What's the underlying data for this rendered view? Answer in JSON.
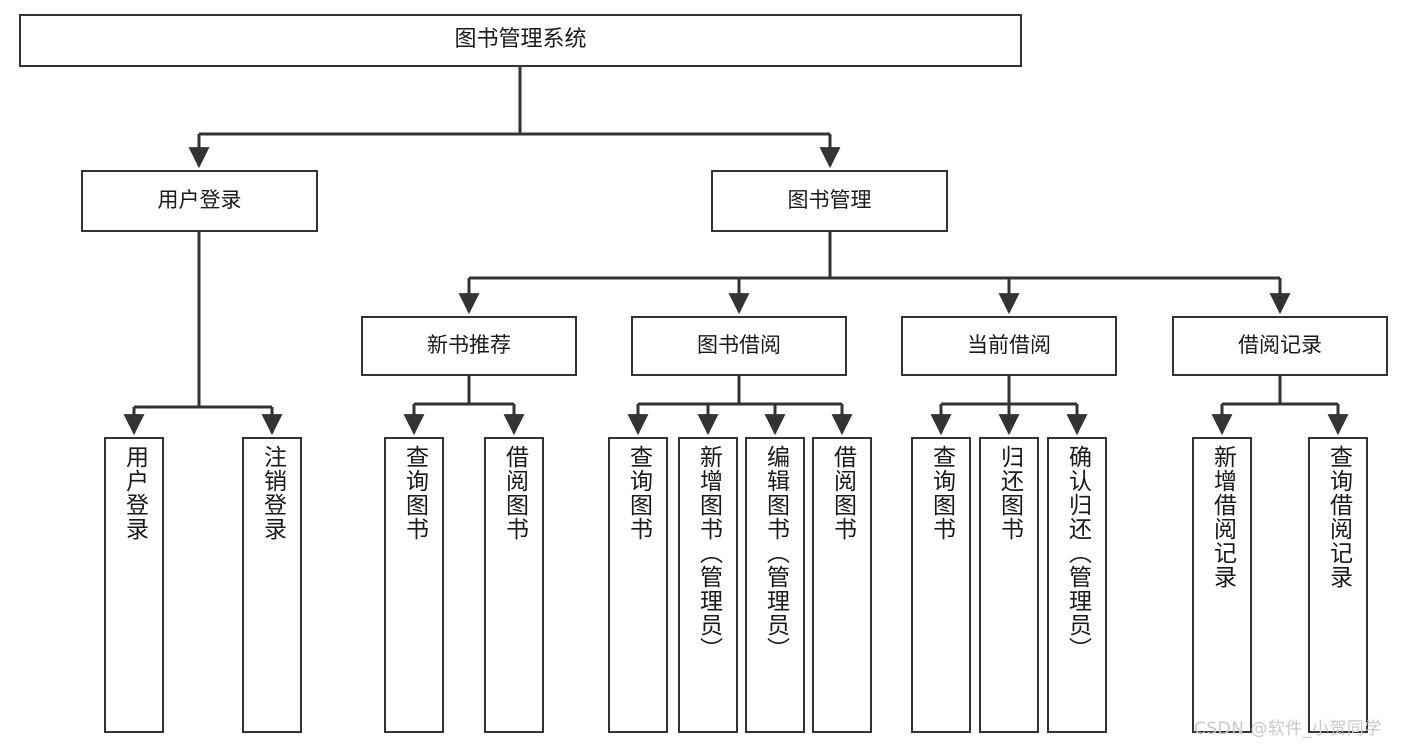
{
  "diagram": {
    "title": "图书管理系统",
    "type": "hierarchy-tree",
    "watermark": "CSDN @软件_小贺同学",
    "colors": {
      "box_border": "#333333",
      "box_fill": "#ffffff",
      "connector": "#333333",
      "text": "#1a1a1a",
      "watermark": "#c9c9c9",
      "background": "#ffffff"
    },
    "levels": {
      "root": {
        "label": "图书管理系统"
      },
      "level2": [
        {
          "label": "用户登录"
        },
        {
          "label": "图书管理"
        }
      ],
      "level3": [
        {
          "label": "新书推荐"
        },
        {
          "label": "图书借阅"
        },
        {
          "label": "当前借阅"
        },
        {
          "label": "借阅记录"
        }
      ],
      "leaves": {
        "user_login": [
          {
            "label": "用户登录"
          },
          {
            "label": "注销登录"
          }
        ],
        "new_book_recommend": [
          {
            "label": "查询图书"
          },
          {
            "label": "借阅图书"
          }
        ],
        "book_borrow": [
          {
            "label": "查询图书"
          },
          {
            "label": "新增图书（管理员）"
          },
          {
            "label": "编辑图书（管理员）"
          },
          {
            "label": "借阅图书"
          }
        ],
        "current_borrow": [
          {
            "label": "查询图书"
          },
          {
            "label": "归还图书"
          },
          {
            "label": "确认归还（管理员）"
          }
        ],
        "borrow_records": [
          {
            "label": "新增借阅记录"
          },
          {
            "label": "查询借阅记录"
          }
        ]
      }
    }
  }
}
